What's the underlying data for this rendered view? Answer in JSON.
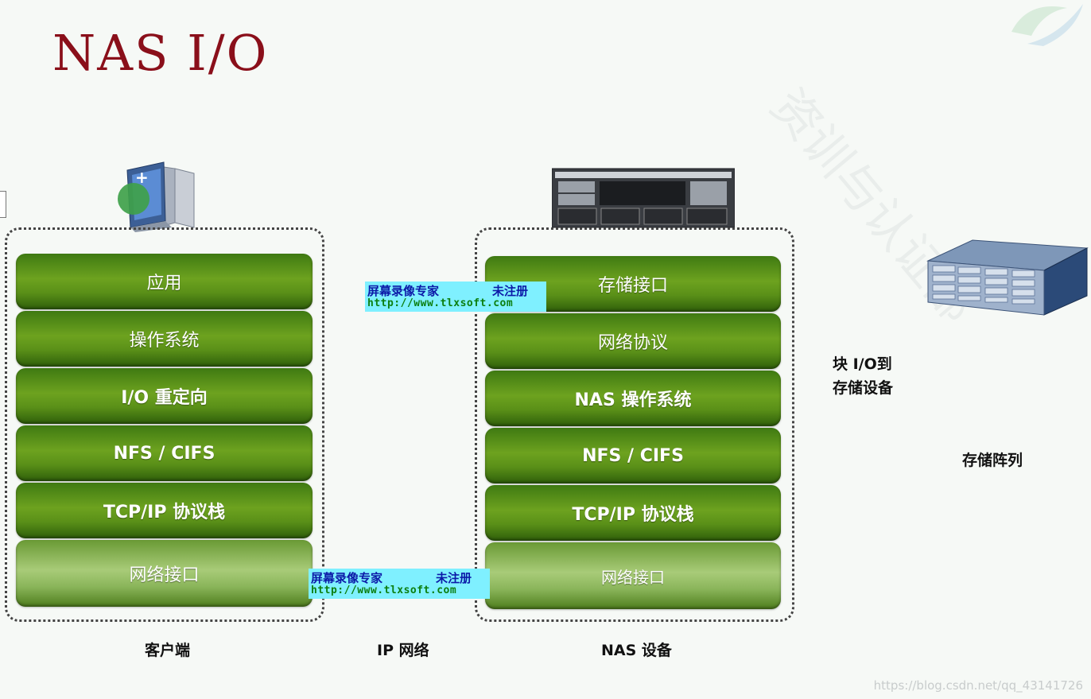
{
  "title": "NAS I/O",
  "watermark_text": "资训与认证部",
  "client": {
    "caption": "客户端",
    "layers": [
      "应用",
      "操作系统",
      "I/O 重定向",
      "NFS / CIFS",
      "TCP/IP 协议栈",
      "网络接口"
    ]
  },
  "network": {
    "caption": "IP 网络"
  },
  "nas": {
    "caption": "NAS 设备",
    "layers": [
      "存储接口",
      "网络协议",
      "NAS 操作系统",
      "NFS / CIFS",
      "TCP/IP 协议栈",
      "网络接口"
    ]
  },
  "block_io": {
    "line1": "块 I/O到",
    "line2": "存储设备"
  },
  "storage_array": {
    "caption": "存储阵列"
  },
  "stamps": [
    {
      "line1": "屏幕录像专家",
      "line2": "未注册",
      "line3": "http://www.tlxsoft.com"
    },
    {
      "line1": "屏幕录像专家",
      "line2": "未注册",
      "line3": "http://www.tlxsoft.com"
    }
  ],
  "credit": "https://blog.csdn.net/qq_43141726",
  "colors": {
    "title": "#8a0f1a",
    "layer_green": "#5a9018",
    "stamp_bg": "#7ff0ff"
  },
  "icons": [
    "client-computer-icon",
    "nas-server-icon",
    "storage-array-icon",
    "logo-watermark-icon"
  ]
}
